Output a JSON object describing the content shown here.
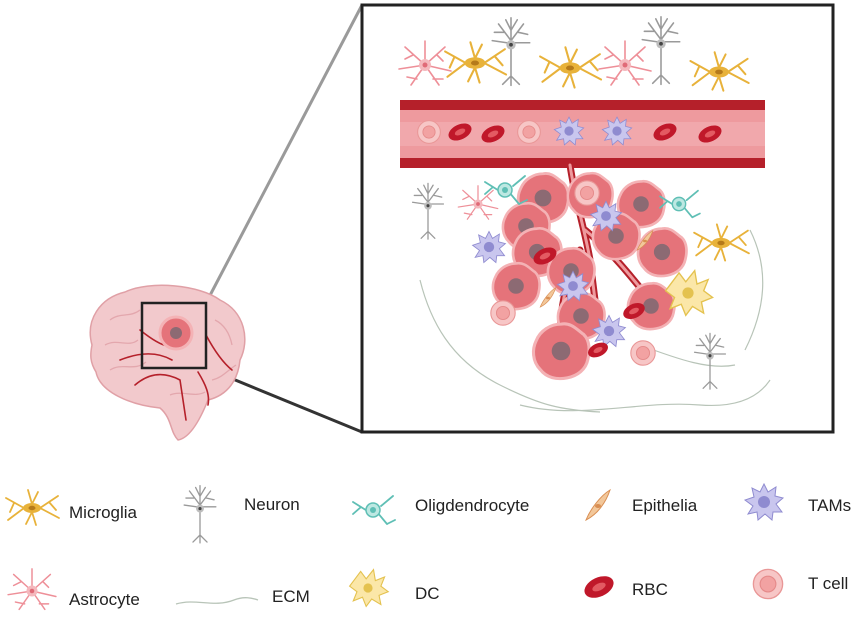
{
  "legend": {
    "items": [
      {
        "key": "microglia",
        "label": "Microglia",
        "icon": "microglia-icon",
        "color": "#E8B23A"
      },
      {
        "key": "neuron",
        "label": "Neuron",
        "icon": "neuron-icon",
        "color": "#9A9A9A"
      },
      {
        "key": "oligodendrocyte",
        "label": "Oligdendrocyte",
        "icon": "oligodendrocyte-icon",
        "color": "#5FBFB5"
      },
      {
        "key": "epithelia",
        "label": "Epithelia",
        "icon": "epithelia-icon",
        "color": "#E8B07A"
      },
      {
        "key": "tams",
        "label": "TAMs",
        "icon": "tam-icon",
        "color": "#9C99D8"
      },
      {
        "key": "astrocyte",
        "label": "Astrocyte",
        "icon": "astrocyte-icon",
        "color": "#EE8F98"
      },
      {
        "key": "ecm",
        "label": "ECM",
        "icon": "ecm-fiber-icon",
        "color": "#B8C4B8"
      },
      {
        "key": "dc",
        "label": "DC",
        "icon": "dendritic-cell-icon",
        "color": "#F6DE8A"
      },
      {
        "key": "rbc",
        "label": "RBC",
        "icon": "red-blood-cell-icon",
        "color": "#C0182A"
      },
      {
        "key": "tcell",
        "label": "T cell",
        "icon": "t-cell-icon",
        "color": "#F2A7A7"
      }
    ]
  },
  "colors": {
    "vessel": "#B5202A",
    "vessel_lumen": "#EE9A9E",
    "tumor_cell": "#E5737A",
    "tumor_nucleus": "#8C6A73",
    "brain": "#F2C9CC",
    "frame": "#222222"
  }
}
